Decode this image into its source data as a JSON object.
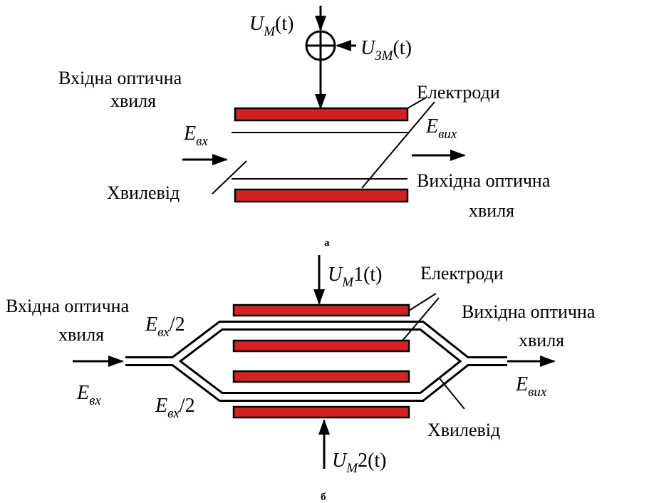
{
  "diagram_a": {
    "caption": "а",
    "labels": {
      "input_wave_line1": "Вхідна оптична",
      "input_wave_line2": "хвиля",
      "electrodes": "Електроди",
      "output_wave_line1": "Вихідна оптична",
      "output_wave_line2": "хвиля",
      "waveguide": "Хвилевід"
    },
    "signals": {
      "um_base": "U",
      "um_sub": "M",
      "um_arg": "(t)",
      "uzm_base": "U",
      "uzm_sub": "ЗМ",
      "uzm_arg": "(t)",
      "ein_base": "E",
      "ein_sub": "вх",
      "eout_base": "E",
      "eout_sub": "вих"
    }
  },
  "diagram_b": {
    "caption": "б",
    "labels": {
      "input_wave_line1": "Вхідна оптична",
      "input_wave_line2": "хвиля",
      "electrodes": "Електроди",
      "output_wave_line1": "Вихідна оптична",
      "output_wave_line2": "хвиля",
      "waveguide": "Хвилевід"
    },
    "signals": {
      "um1_base": "U",
      "um1_sub": "M",
      "um1_num": "1",
      "um1_arg": "(t)",
      "um2_base": "U",
      "um2_sub": "M",
      "um2_num": "2",
      "um2_arg": "(t)",
      "ein_base": "E",
      "ein_sub": "вх",
      "eout_base": "E",
      "eout_sub": "вих",
      "half_upper_base": "E",
      "half_upper_sub": "вх",
      "half_upper_div": "/2",
      "half_lower_base": "E",
      "half_lower_sub": "вх",
      "half_lower_div": "/2"
    }
  },
  "colors": {
    "electrode": "#d42222",
    "line": "#000000",
    "background": "#ffffff"
  }
}
